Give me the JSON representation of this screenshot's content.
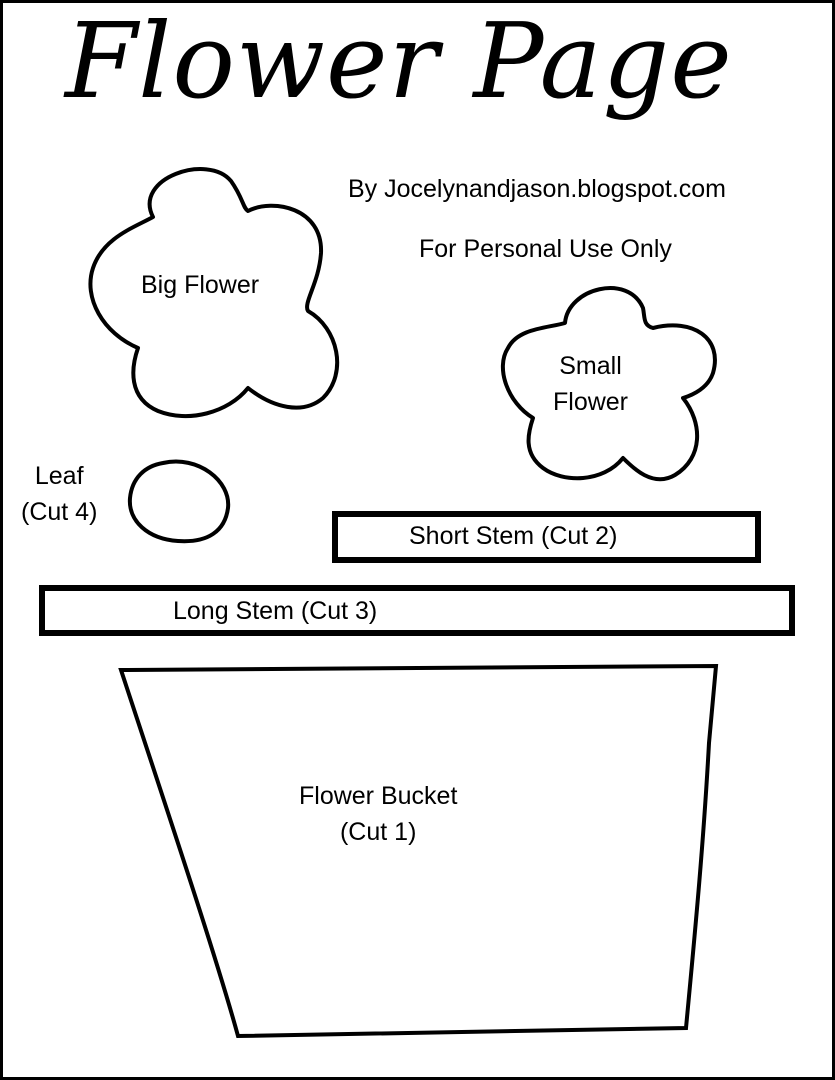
{
  "title": "Flower Page",
  "byline": "By Jocelynandjason.blogspot.com",
  "usage": "For Personal Use Only",
  "pieces": {
    "big_flower": "Big Flower",
    "small_flower_line1": "Small",
    "small_flower_line2": "Flower",
    "leaf_line1": "Leaf",
    "leaf_line2": "(Cut 4)",
    "short_stem": "Short Stem (Cut 2)",
    "long_stem": "Long Stem (Cut 3)",
    "bucket_line1": "Flower Bucket",
    "bucket_line2": "(Cut 1)"
  }
}
